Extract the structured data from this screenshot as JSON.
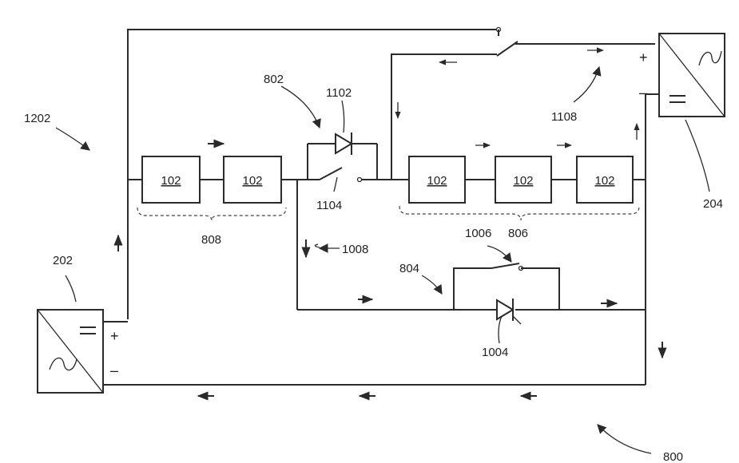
{
  "figure_number": "800",
  "module_label": "102",
  "refs": {
    "ac_dc_left": "202",
    "ac_dc_right": "204",
    "arrangement": "1202",
    "bypass_circuit": "802",
    "bypass_diode": "1102",
    "bypass_switch": "1104",
    "thyristor_circuit": "804",
    "thyristor": "1004",
    "thyristor_switch": "1006",
    "group_left": "808",
    "group_right": "806",
    "current_arrow_down": "1008",
    "current_arrow_right": "1108"
  },
  "signs": {
    "plus": "+",
    "minus": "–"
  },
  "icons": [
    "ac-dc-converter-icon",
    "diode-icon",
    "thyristor-icon",
    "switch-icon",
    "current-arrow-icon"
  ]
}
